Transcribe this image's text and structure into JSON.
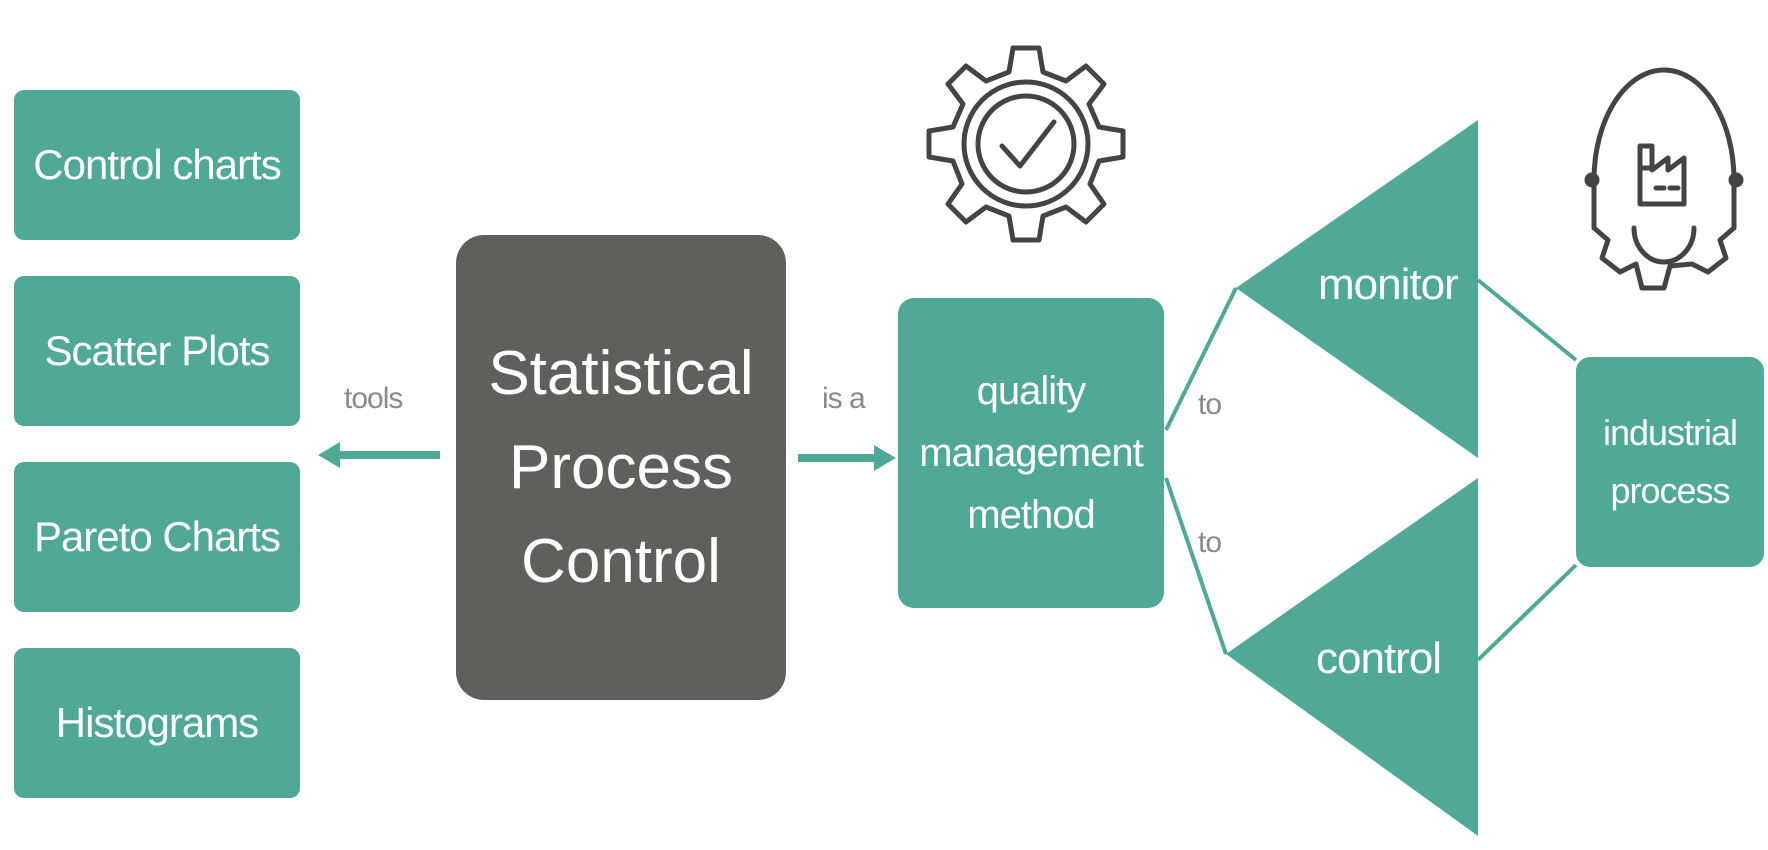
{
  "colors": {
    "teal": "#4fa996",
    "dark_gray": "#5f5f5c",
    "connector": "#4fa996",
    "icon_stroke": "#444444",
    "label_gray": "#8a8a8a"
  },
  "tools": [
    {
      "label": "Control charts"
    },
    {
      "label": "Scatter Plots"
    },
    {
      "label": "Pareto Charts"
    },
    {
      "label": "Histograms"
    }
  ],
  "center": {
    "label": "Statistical\nProcess\nControl"
  },
  "edges": {
    "tools_label": "tools",
    "is_a_label": "is a",
    "to_upper_label": "to",
    "to_lower_label": "to"
  },
  "method": {
    "label": "quality\nmanagement\nmethod"
  },
  "actions": {
    "monitor": "monitor",
    "control": "control"
  },
  "target": {
    "label": "industrial\nprocess"
  },
  "icons": {
    "gear_check": "gear-check-icon",
    "factory_gear": "factory-gear-icon"
  }
}
